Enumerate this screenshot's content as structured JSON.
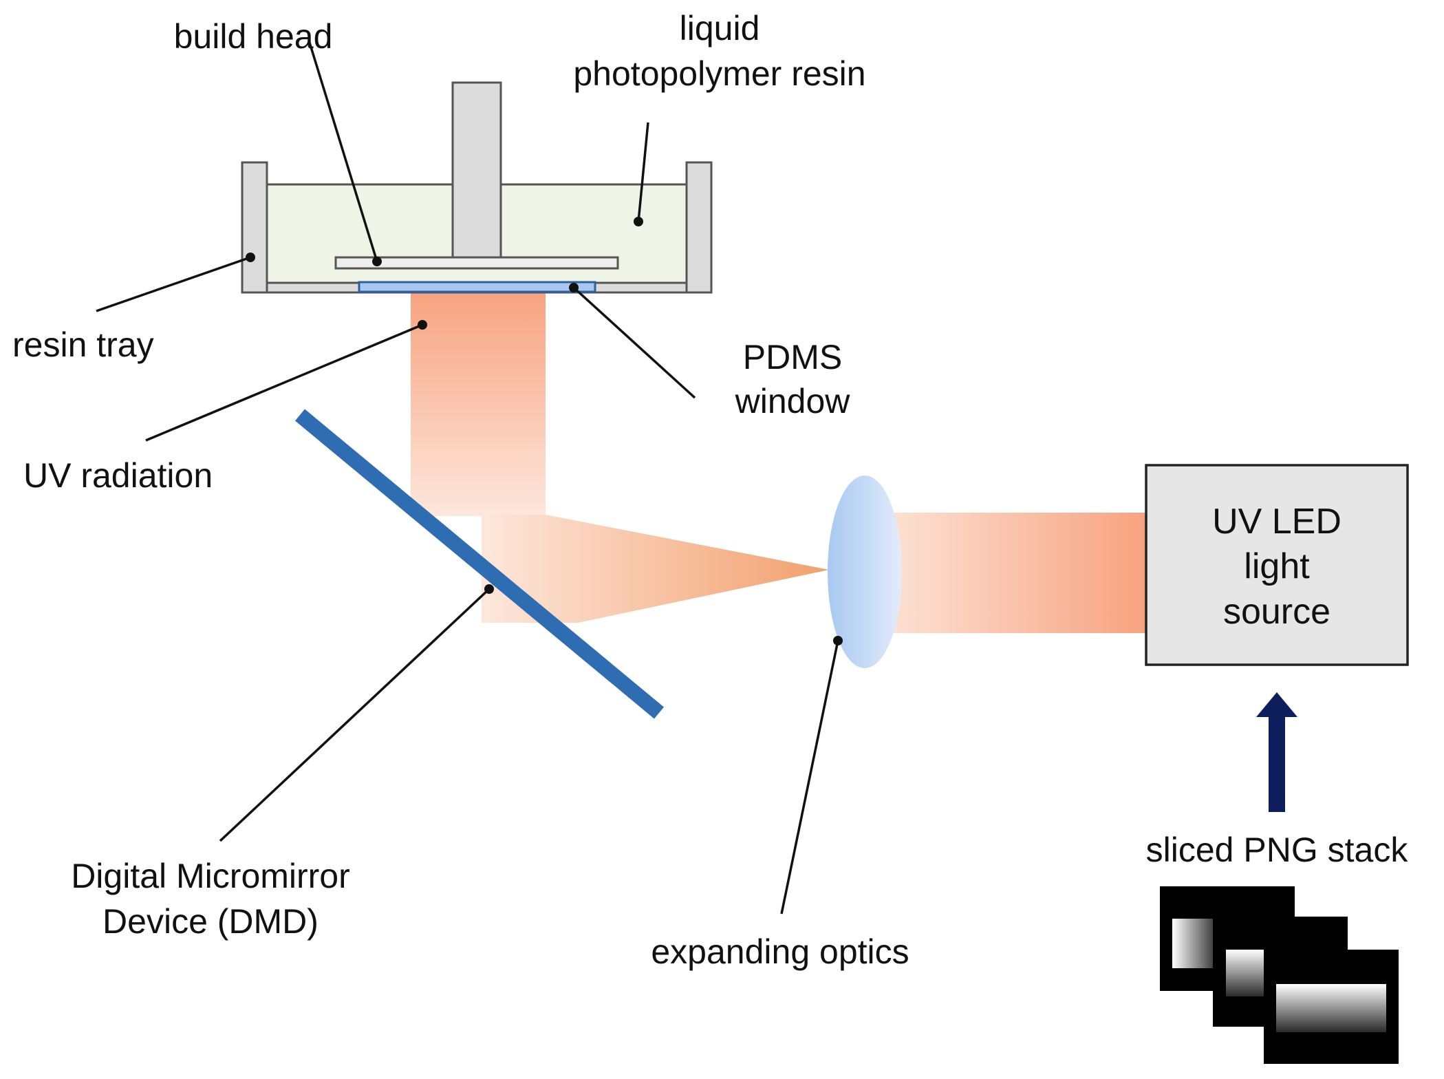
{
  "labels": {
    "build_head": "build head",
    "resin_line1": "liquid",
    "resin_line2": "photopolymer resin",
    "resin_tray": "resin tray",
    "pdms_line1": "PDMS",
    "pdms_line2": "window",
    "uv_radiation": "UV radiation",
    "dmd_line1": "Digital Micromirror",
    "dmd_line2": "Device (DMD)",
    "optics": "expanding optics",
    "led_line1": "UV LED",
    "led_line2": "light",
    "led_line3": "source",
    "png_stack": "sliced PNG stack"
  },
  "colors": {
    "uv_beam": "#f7a27f",
    "resin": "#eef5e6",
    "tray": "#dcdcdc",
    "mirror": "#2f6db3",
    "lens": "#b9d3f3",
    "pdms": "#a9c8f0",
    "arrow": "#0d1e5c",
    "led_box": "#e6e6e6"
  }
}
